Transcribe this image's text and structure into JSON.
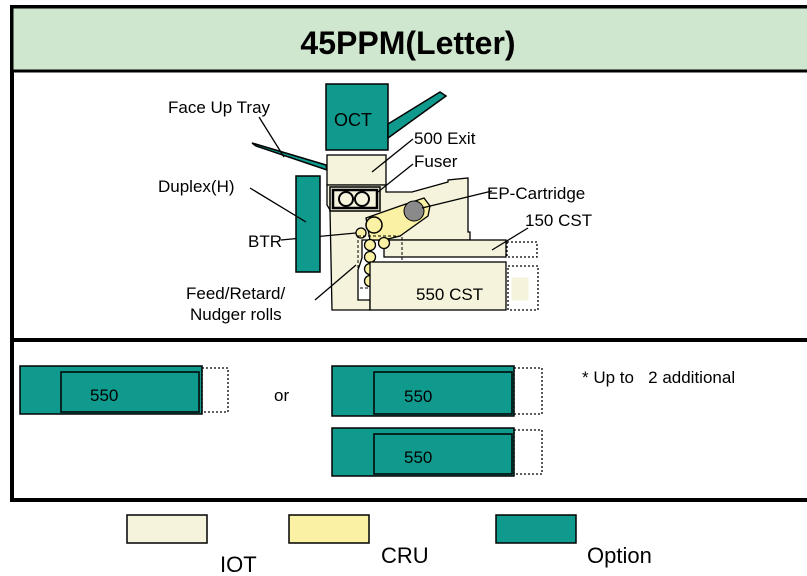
{
  "title": "45PPM(Letter)",
  "labels": {
    "face_up_tray": "Face Up Tray",
    "oct": "OCT",
    "exit_500": "500 Exit",
    "fuser": "Fuser",
    "duplex": "Duplex(H)",
    "ep_cartridge": "EP-Cartridge",
    "cst_150": "150 CST",
    "btr": "BTR",
    "feed_line1": "Feed/Retard/",
    "feed_line2": "Nudger rolls",
    "cst_550": "550 CST"
  },
  "options": {
    "tray_label": "550",
    "or": "or",
    "note": "* Up to   2 additional"
  },
  "legend": [
    {
      "label": "IOT",
      "color": "#f5f3dc"
    },
    {
      "label": "CRU",
      "color": "#fbf1a4"
    },
    {
      "label": "Option",
      "color": "#109a8d"
    }
  ],
  "colors": {
    "title_bg": "#cfe6cf",
    "iot": "#f5f3dc",
    "cru": "#fbf1a4",
    "option": "#109a8d",
    "ep_drum": "#8a8a8a"
  }
}
